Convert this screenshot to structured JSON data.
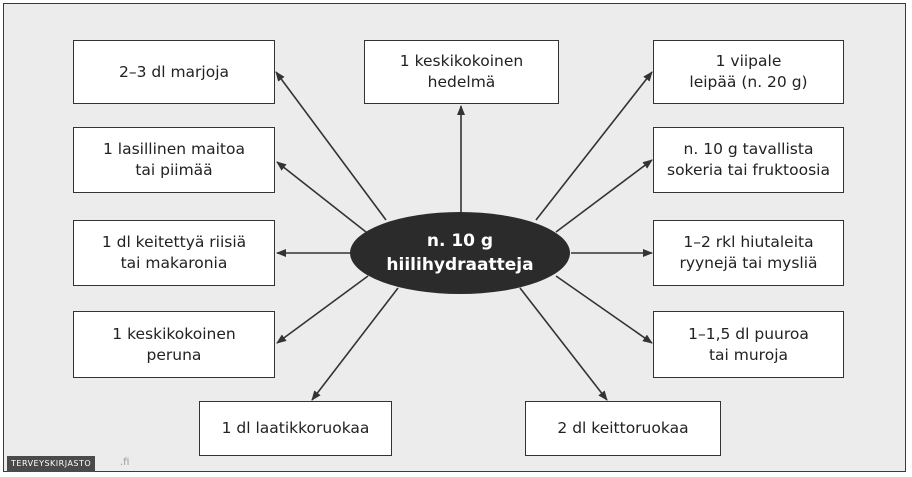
{
  "diagram": {
    "center_label": "n. 10 g\nhiilihydraatteja",
    "boxes": [
      {
        "id": "marjoja",
        "text": "2–3 dl marjoja"
      },
      {
        "id": "hedelma",
        "text": "1 keskikokoinen\nhedelmä"
      },
      {
        "id": "leipaa",
        "text": "1 viipale\nleipää (n. 20 g)"
      },
      {
        "id": "maitoa",
        "text": "1 lasillinen maitoa\ntai piimää"
      },
      {
        "id": "sokeria",
        "text": "n. 10 g tavallista\nsokeria tai fruktoosia"
      },
      {
        "id": "riisia",
        "text": "1 dl keitettyä riisiä\ntai makaronia"
      },
      {
        "id": "hiutaleita",
        "text": "1–2 rkl hiutaleita\nryynejä tai mysliä"
      },
      {
        "id": "peruna",
        "text": "1 keskikokoinen\nperuna"
      },
      {
        "id": "puuroa",
        "text": "1–1,5 dl puuroa\ntai muroja"
      },
      {
        "id": "laatikkoruokaa",
        "text": "1 dl laatikkoruokaa"
      },
      {
        "id": "keittoruokaa",
        "text": "2 dl keittoruokaa"
      }
    ]
  },
  "footer": {
    "brand": "TERVEYSKIRJASTO",
    "suffix": ".fi"
  }
}
